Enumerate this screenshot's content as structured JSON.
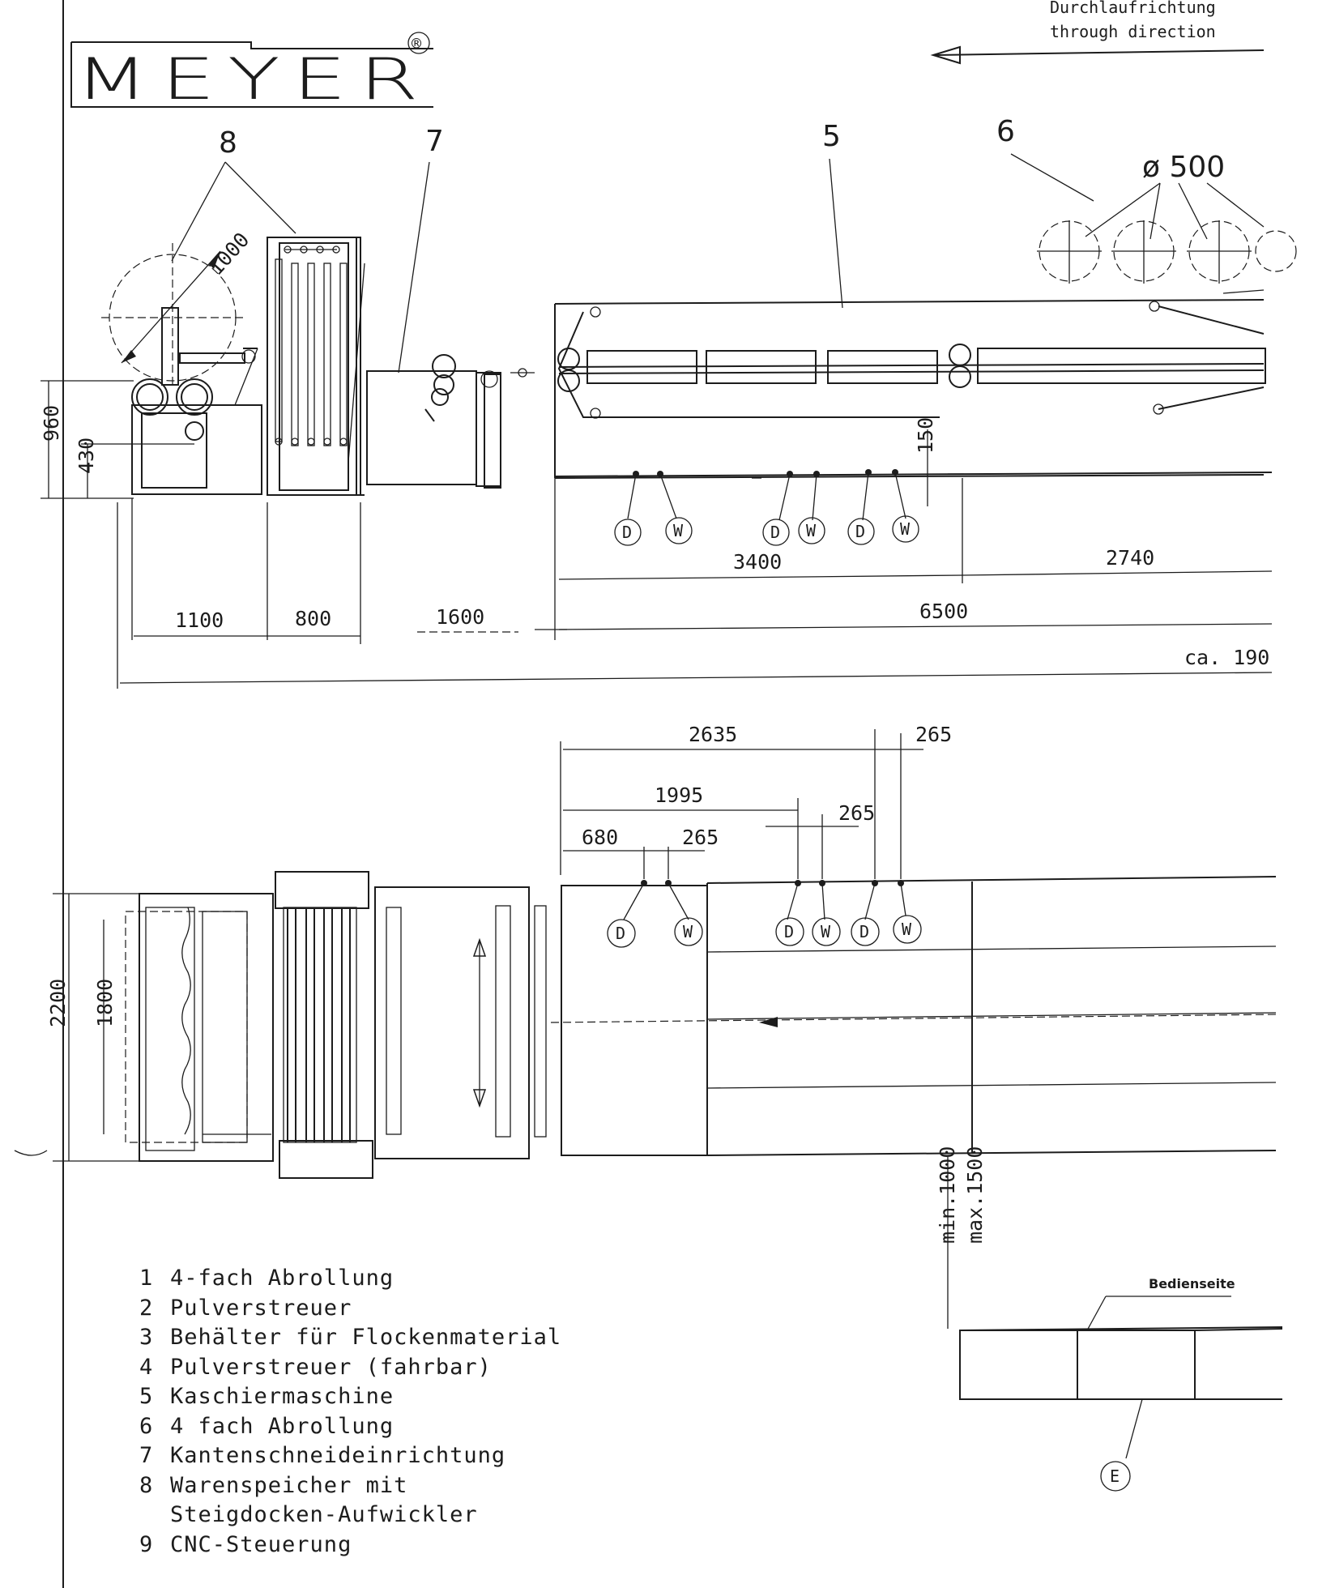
{
  "logo": {
    "text": "MEYER",
    "reg": "®"
  },
  "direction": {
    "de": "Durchlaufrichtung",
    "en": "through direction"
  },
  "callouts": {
    "c5": "5",
    "c6": "6",
    "c7": "7",
    "c8": "8",
    "diameter": "ø 500",
    "angled_1000": "1000"
  },
  "side_view_dims": {
    "h960": "960",
    "h430": "430",
    "h150": "150",
    "w1100": "1100",
    "w800": "800",
    "w1600": "1600",
    "w3400": "3400",
    "w2740": "2740",
    "w6500": "6500",
    "ca": "ca. 190"
  },
  "top_view_dims": {
    "d2635": "2635",
    "d265a": "265",
    "d1995": "1995",
    "d265b": "265",
    "d680": "680",
    "d265c": "265",
    "h2200": "2200",
    "h1800": "1800",
    "min": "min.1000",
    "max": "max.1500",
    "operator": "Bedienseite"
  },
  "markers": {
    "D": "D",
    "W": "W",
    "E": "E"
  },
  "legend": [
    {
      "n": "1",
      "text": "4-fach Abrollung"
    },
    {
      "n": "2",
      "text": "Pulverstreuer"
    },
    {
      "n": "3",
      "text": "Behälter für Flockenmaterial"
    },
    {
      "n": "4",
      "text": "Pulverstreuer (fahrbar)"
    },
    {
      "n": "5",
      "text": "Kaschiermaschine"
    },
    {
      "n": "6",
      "text": "4 fach Abrollung"
    },
    {
      "n": "7",
      "text": "Kantenschneideinrichtung"
    },
    {
      "n": "8",
      "text": "Warenspeicher mit"
    },
    {
      "n": "",
      "text": "Steigdocken-Aufwickler"
    },
    {
      "n": "9",
      "text": "CNC-Steuerung"
    }
  ]
}
